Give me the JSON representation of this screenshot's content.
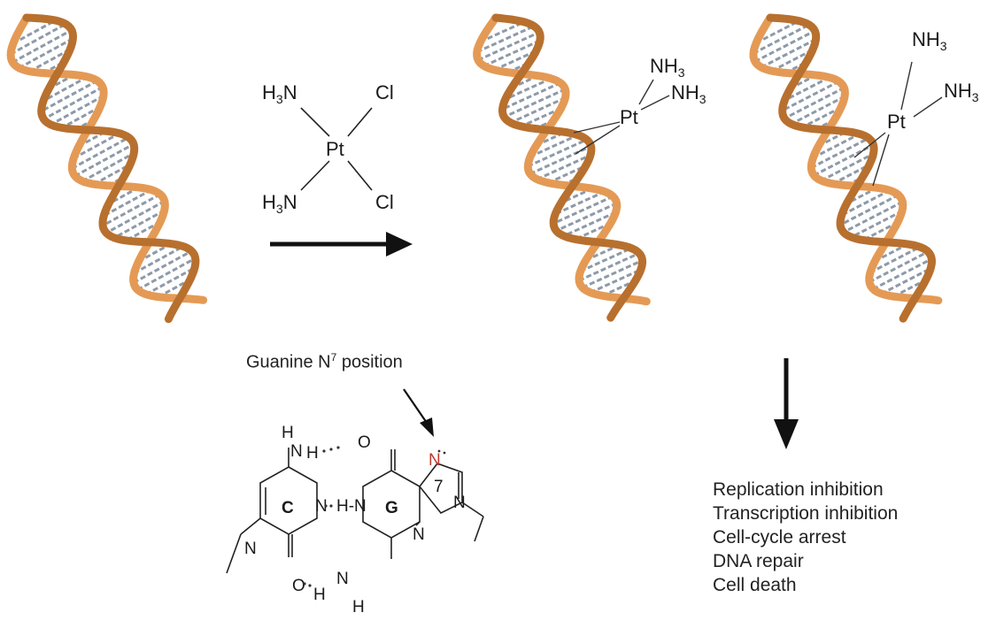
{
  "colors": {
    "strand": "#e49a55",
    "strand_dark": "#b8702e",
    "rung": "#8e9aa8",
    "arrow": "#111111",
    "highlight_n": "#c0392b"
  },
  "cisplatin": {
    "metal": "Pt",
    "ligand_tl": "H",
    "ligand_tl_sub": "3",
    "ligand_tl_end": "N",
    "ligand_bl": "H",
    "ligand_bl_sub": "3",
    "ligand_bl_end": "N",
    "ligand_tr": "Cl",
    "ligand_br": "Cl"
  },
  "adduct1": {
    "metal": "Pt",
    "nh3_a": "NH",
    "nh3_a_sub": "3",
    "nh3_b": "NH",
    "nh3_b_sub": "3"
  },
  "adduct2": {
    "metal": "Pt",
    "nh3_a": "NH",
    "nh3_a_sub": "3",
    "nh3_b": "NH",
    "nh3_b_sub": "3"
  },
  "caption": {
    "text": "Guanine N",
    "sup": "7",
    "tail": " position"
  },
  "base_pair": {
    "c_label": "C",
    "g_label": "G",
    "n7_label": "N",
    "n7_number": "7",
    "atoms": {
      "H": "H",
      "N": "N",
      "O": "O",
      "HN": "H-N",
      "NH": "N-H"
    }
  },
  "outcomes": [
    "Replication inhibition",
    "Transcription inhibition",
    "Cell-cycle arrest",
    "DNA repair",
    "Cell death"
  ]
}
